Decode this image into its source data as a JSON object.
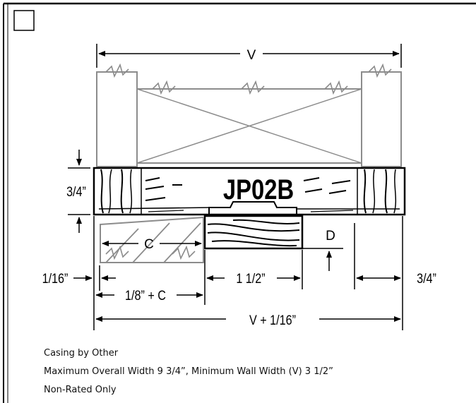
{
  "drawing": {
    "model": "JP02B",
    "dims": {
      "v": "V",
      "thickness": "3/4”",
      "c_label": "C",
      "d_label": "D",
      "gap": "1/16”",
      "left_width": "1/8” + C",
      "center_width": "1 1/2”",
      "right_width": "3/4”",
      "overall": "V + 1/16”"
    }
  },
  "notes": [
    "Casing by Other",
    "Maximum Overall Width 9 3/4”, Minimum Wall Width (V) 3 1/2”",
    "Non-Rated Only"
  ]
}
